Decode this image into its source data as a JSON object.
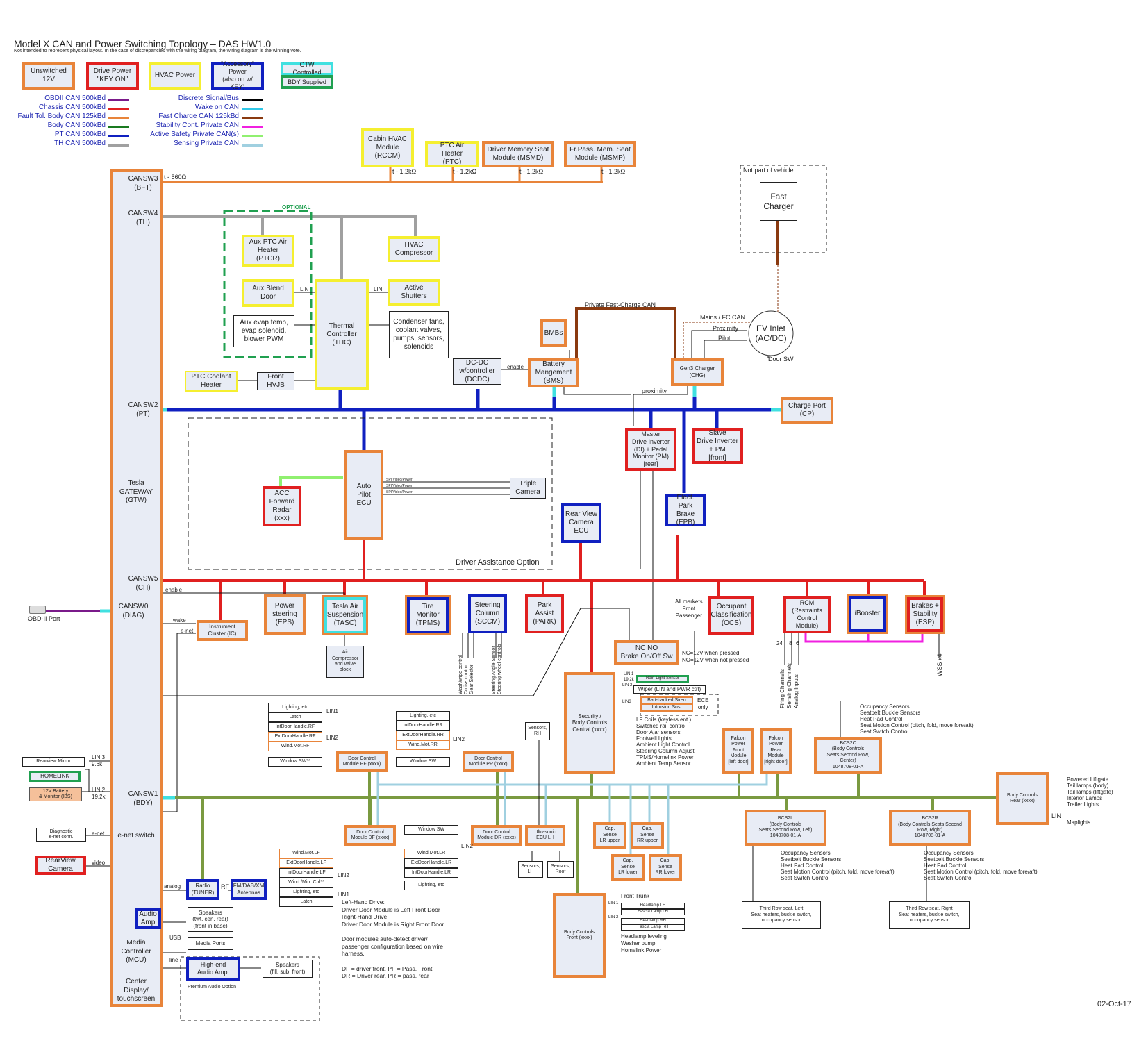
{
  "title": "Model X CAN and Power Switching Topology – DAS HW1.0",
  "subtitle": "Not intended to represent physical layout.  In the case of discrepancies with the wiring diagram, the wiring diagram is the winning vote.",
  "date": "02-Oct-17",
  "power_legend": [
    {
      "label": "Unswitched\n12V",
      "color": "#e8843a"
    },
    {
      "label": "Drive Power\n\"KEY ON\"",
      "color": "#e02020"
    },
    {
      "label": "HVAC Power",
      "color": "#f5ef30"
    },
    {
      "label": "\"Accessory\"\nPower\n(also on w/ KEY)",
      "color": "#1020c0"
    },
    {
      "label": "GTW Controlled",
      "color": "#40e0e0"
    },
    {
      "label": "BDY Supplied",
      "color": "#20a050"
    }
  ],
  "bus_legend_left": [
    {
      "label": "OBDII CAN 500kBd",
      "color": "#7a1a8a"
    },
    {
      "label": "Chassis CAN 500kBd",
      "color": "#e02020"
    },
    {
      "label": "Fault Tol. Body CAN 125kBd",
      "color": "#e8843a"
    },
    {
      "label": "Body CAN 500kBd",
      "color": "#1a7a20"
    },
    {
      "label": "PT CAN 500kBd",
      "color": "#1020c0"
    },
    {
      "label": "TH CAN 500kBd",
      "color": "#a0a0a0"
    }
  ],
  "bus_legend_right": [
    {
      "label": "Discrete Signal/Bus",
      "color": "#000000"
    },
    {
      "label": "Wake on CAN",
      "color": "#30c8e8"
    },
    {
      "label": "Fast Charge CAN 125kBd",
      "color": "#8a3a10"
    },
    {
      "label": "Stability Cont. Private CAN",
      "color": "#f020e0"
    },
    {
      "label": "Active Safety Private CAN(s)",
      "color": "#90f070"
    },
    {
      "label": "Sensing Private CAN",
      "color": "#a0d0e0"
    }
  ],
  "gateway": {
    "name": "Tesla\nGATEWAY\n(GTW)",
    "ports": [
      "CANSW3\n(BFT)",
      "CANSW4\n(TH)",
      "CANSW2\n(PT)",
      "CANSW5\n(CH)",
      "CANSW0\n(DIAG)",
      "CANSW1\n(BDY)"
    ],
    "enet_switch": "e-net switch",
    "media": "Media\nController\n(MCU)",
    "display": "Center\nDisplay/\ntouchscreen",
    "audio_amp": "Audio\nAmp"
  },
  "bft_bus": {
    "termination": "t - 560Ω",
    "nodes": [
      {
        "name": "Cabin HVAC\nModule\n(RCCM)",
        "term": "t - 1.2kΩ"
      },
      {
        "name": "PTC Air Heater\n(PTC)",
        "term": "t - 1.2kΩ"
      },
      {
        "name": "Driver Memory Seat\nModule (MSMD)",
        "term": "t - 1.2kΩ"
      },
      {
        "name": "Fr.Pass. Mem. Seat\nModule (MSMP)",
        "term": "t - 1.2kΩ"
      }
    ]
  },
  "th_bus": {
    "optional_label": "OPTIONAL",
    "aux_ptc": "Aux PTC Air\nHeater\n(PTCR)",
    "aux_blend": "Aux Blend\nDoor",
    "aux_evap": "Aux evap temp,\nevap solenoid,\nblower PWM",
    "thermal": "Thermal\nController\n(THC)",
    "hvac_comp": "HVAC\nCompressor",
    "shutters": "Active\nShutters",
    "condenser": "Condenser fans,\ncoolant valves,\npumps, sensors,\nsolenoids",
    "ptc_coolant": "PTC Coolant\nHeater",
    "hvjb": "Front\nHVJB",
    "lin": "LIN"
  },
  "charging": {
    "not_part": "Not part of vehicle",
    "fast_charger": "Fast\nCharger",
    "private_fc_can": "Private Fast-Charge CAN",
    "mains_fc": "Mains / FC CAN",
    "proximity": "Proximity",
    "pilot": "Pilot",
    "ev_inlet": "EV Inlet\n(AC/DC)",
    "door_sw": "Door SW",
    "bmbs": "BMBs",
    "bms": "Battery\nMangement\n(BMS)",
    "chg": "Gen3 Charger\n(CHG)",
    "dcdc": "DC-DC\nw/controller\n(DCDC)",
    "enable": "enable",
    "proximity2": "proximity",
    "charge_port": "Charge Port\n(CP)"
  },
  "pt_bus": {
    "master_di": "Master\nDrive Inverter\n(DI) + Pedal\nMonitor (PM)\n[rear]",
    "slave_di": "Slave\nDrive Inverter\n+ PM\n[front]",
    "epb": "Elect. Park\nBrake\n(EPB)",
    "rear_cam_ecu": "Rear View\nCamera\nECU"
  },
  "das": {
    "label": "Driver Assistance Option",
    "autopilot": "Auto\nPilot\nECU",
    "radar": "ACC\nForward\nRadar\n(xxx)",
    "triple_cam": "Triple\nCamera",
    "spi_label": "SPI/Video/Power"
  },
  "ch_bus": {
    "enable": "enable",
    "wake": "wake",
    "enet": "e-net",
    "ic": "Instrument\nCluster (IC)",
    "eps": "Power\nsteering\n(EPS)",
    "tasc": "Tesla Air\nSuspension\n(TASC)",
    "air_comp": "Air\nCompressor\nand valve\nblock",
    "tpms": "Tire\nMonitor\n(TPMS)",
    "sccm": "Steering\nColumn\n(SCCM)",
    "sccm_signals": [
      "Wash/wipe control",
      "Cruise control",
      "Gear Selector",
      "Steering Angle Sensor",
      "Steering wheel controls"
    ],
    "park": "Park\nAssist\n(PARK)",
    "all_markets": "All markets\nFront\nPassenger",
    "ocs": "Occupant\nClassification\n(OCS)",
    "rcm": "RCM\n(Restraints\nControl Module)",
    "rcm_counts": [
      "24",
      "8",
      "6"
    ],
    "rcm_signals": [
      "Firing Channels",
      "Sensing Channels",
      "Analog Inputs"
    ],
    "ibooster": "iBooster",
    "esp": "Brakes +\nStability\n(ESP)",
    "wss": "WSS x4",
    "brake_sw": "NC      NO\nBrake  On/Off Sw",
    "brake_note": "NC=12V when pressed\nNO=12V when not pressed"
  },
  "diag": {
    "obd_port": "OBD-II Port"
  },
  "security": {
    "name": "Security /\nBody Controls\nCentral (xxxx)",
    "lin1": "LIN 1\n19.2k",
    "lin2": "LIN 2",
    "lin3": "LIN3",
    "rain_light": "Rain-Light Sensor",
    "wiper": "Wiper (LIN and PWR ctrl)",
    "siren": "Batt-backed Siren",
    "intrusion": "Intrusion Sns.",
    "ece_only": "ECE\nonly",
    "outputs": [
      "LF Coils (keyless ent.)",
      "Switched rail control",
      "Door Ajar sensors",
      "Footwell lights",
      "Ambient Light Control",
      "Steering Column Adjust",
      "TPMS/Homelink Power",
      "Ambient Temp Sensor"
    ]
  },
  "doors": {
    "pf": {
      "name": "Door Control\nModule PF (xxxx)",
      "items": [
        "Lighting, etc",
        "Latch",
        "IntDoorHandle.RF",
        "ExtDoorHandle.RF",
        "Wind.Mot.RF"
      ],
      "window": "Window SW**",
      "lin1": "LIN1",
      "lin2": "LIN2"
    },
    "pr": {
      "name": "Door Control\nModule PR (xxxx)",
      "items": [
        "Lighting, etc",
        "IntDoorHandle.RR",
        "ExtDoorHandle.RR",
        "Wind.Mot.RR"
      ],
      "window": "Window SW",
      "lin2": "LIN2"
    },
    "df": {
      "name": "Door Control\nModule DF (xxxx)",
      "items": [
        "Wind.Mot.LF",
        "ExtDoorHandle.LF",
        "IntDoorHandle.LF",
        "Wind./Mirr. Ctrl**",
        "Lighting, etc",
        "Latch"
      ],
      "lin1": "LIN1",
      "lin2": "LIN2"
    },
    "dr": {
      "name": "Door Control\nModule DR (xxxx)",
      "items": [
        "Wind.Mot.LR",
        "ExtDoorHandle.LR",
        "IntDoorHandle.LR"
      ],
      "window": "Window SW",
      "lighting": "Lighting, etc",
      "lin2": "LIN2"
    },
    "notes": "Left-Hand Drive:\nDriver Door Module is Left Front Door\nRight-Hand Drive:\nDriver Door Module is Right Front Door\n\nDoor modules auto-detect driver/\npassenger configuration based on wire\nharness.\n\nDF = driver front, PF = Pass. Front\nDR = Driver rear, PR = pass. rear"
  },
  "body_bus": {
    "sensors_rh": "Sensors,\nRH",
    "ultrasonic": "Ultrasonic\nECU LH",
    "sensors_lh": "Sensors,\nLH",
    "sensors_roof": "Sensors,\nRoof",
    "cap_lr_upper": "Cap.\nSense\nLR upper",
    "cap_rr_upper": "Cap.\nSense\nRR upper",
    "cap_lr_lower": "Cap.\nSense\nLR lower",
    "cap_rr_lower": "Cap.\nSense\nRR lower",
    "falcon_front": "Falcon\nPower\nFront\nModule\n[left door]",
    "falcon_rear": "Falcon\nPower\nRear\nModule\n[right door]",
    "bcs2c": "BCS2C\n(Body Controls\nSeats Second Row, Center)\n1048708-01-A",
    "bcs2c_outputs": [
      "Occupancy Sensors",
      "Seatbelt Buckle Sensors",
      "Heat Pad Control",
      "Seat Motion Control (pitch, fold, move fore/aft)",
      "Seat Switch Control"
    ],
    "bcs2l": "BCS2L\n(Body Controls\nSeats Second Row, Left)\n1048708-01-A",
    "bcs2r": "BCS2R\n(Body Controls Seats Second\nRow, Right)\n1048708-01-A",
    "bcs2_outputs": [
      "Occupancy Sensors",
      "Seatbelt Buckle Sensors",
      "Heat Pad Control",
      "Seat Motion Control (pitch, fold, move fore/aft)",
      "Seat Switch Control"
    ],
    "third_left": "Third Row seat, Left\nSeat heaters, buckle switch,\noccupancy sensor",
    "third_right": "Third Row seat, Right\nSeat heaters, buckle switch,\noccupancy sensor",
    "bcr": "Body Controls\nRear (xxxx)",
    "bcr_outputs": [
      "Powered Liftgate",
      "Tail lamps (body)",
      "Tail lamps (liftgate)",
      "Interior Lamps",
      "Trailer Lights"
    ],
    "bcr_lin": "LIN",
    "maplights": "Maplights",
    "bcf": "Body Controls\nFront (xxxx)",
    "bcf_outputs": [
      "Front Trunk",
      "Headlamp leveling",
      "Washer pump",
      "Homelink Power"
    ],
    "bcf_lamps": [
      "Headlamp LH",
      "Fascia Lamp LH",
      "Headlamp RH",
      "Fascia Lamp RH"
    ],
    "bcf_lin1": "LIN 1",
    "bcf_lin2": "LIN 2"
  },
  "bdy_left": {
    "rear_mirror": "Rearview Mirror",
    "lin3": "LIN 3\n9.6k",
    "homelink": "HOMELINK",
    "battery": "12V Battery\n& Monitor (IBS)",
    "lin2": "LIN 2\n19.2k",
    "diag_enet": "Diagnostic\ne-net conn.",
    "enet": "e-net",
    "rear_cam": "RearView\nCamera",
    "video": "video"
  },
  "media": {
    "analog": "analog",
    "radio": "Radio\n(TUNER)",
    "rf": "RF",
    "antennas": "FM/DAB/XM\nAntennas",
    "speakers": "Speakers\n(twt, cen, rear)\n(front in base)",
    "usb": "USB",
    "media_ports": "Media Ports",
    "line": "line",
    "hi_amp": "High-end\nAudio Amp.",
    "hi_speakers": "Speakers\n(fill, sub, front)",
    "premium": "Premium Audio Option"
  }
}
